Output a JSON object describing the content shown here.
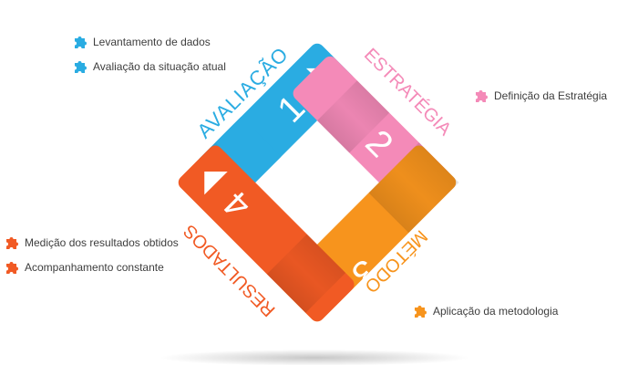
{
  "colors": {
    "avaliacao": "#2aace2",
    "estrategia": "#f48ab8",
    "metodo": "#f7941d",
    "resultados": "#f15a24",
    "note_text": "#3d3d3d"
  },
  "phases": [
    {
      "number": "1",
      "label": "AVALIAÇÃO",
      "color": "#2aace2"
    },
    {
      "number": "2",
      "label": "ESTRATÉGIA",
      "color": "#f48ab8"
    },
    {
      "number": "3",
      "label": "MÉTODO",
      "color": "#f7941d"
    },
    {
      "number": "4",
      "label": "RESULTADOS",
      "color": "#f15a24"
    }
  ],
  "notes": [
    {
      "text": "Levantamento de dados",
      "color": "#2aace2",
      "icon": "puzzle-piece-icon"
    },
    {
      "text": "Avaliação da situação atual",
      "color": "#2aace2",
      "icon": "puzzle-piece-icon"
    },
    {
      "text": "Definição da Estratégia",
      "color": "#f48ab8",
      "icon": "puzzle-piece-icon"
    },
    {
      "text": "Medição dos resultados obtidos",
      "color": "#f15a24",
      "icon": "puzzle-piece-icon"
    },
    {
      "text": "Acompanhamento constante",
      "color": "#f15a24",
      "icon": "puzzle-piece-icon"
    },
    {
      "text": "Aplicação da metodologia",
      "color": "#f7941d",
      "icon": "puzzle-piece-icon"
    }
  ]
}
